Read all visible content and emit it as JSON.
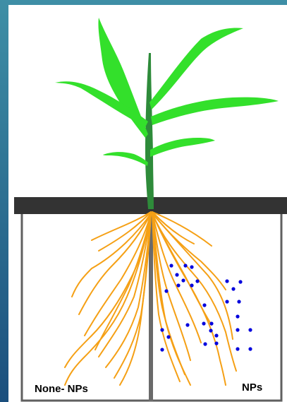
{
  "labels": {
    "left_compartment": "None- NPs",
    "right_compartment": "NPs"
  },
  "colors": {
    "background_gradient_top": "#3e8fa6",
    "background_gradient_bottom": "#1b4f7d",
    "panel_background": "#ffffff",
    "soil_bar": "#333333",
    "container_border": "#606060",
    "stem": "#2e8b3a",
    "leaf": "#33e02b",
    "root": "#f5a015",
    "nanoparticle": "#0000dd"
  },
  "icons": {
    "plant": "plant-icon",
    "nanoparticle": "nanoparticle-dot"
  }
}
